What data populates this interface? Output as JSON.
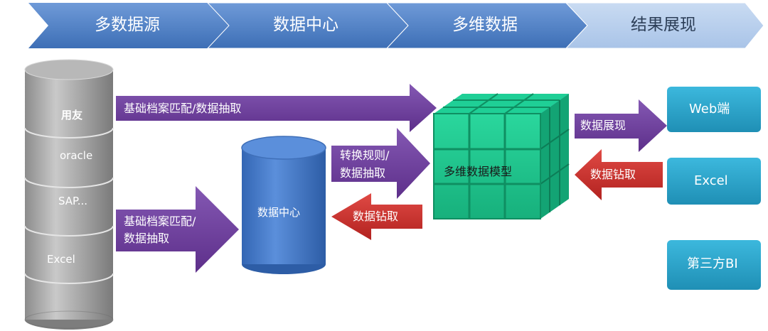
{
  "stages": [
    {
      "label": "多数据源"
    },
    {
      "label": "数据中心"
    },
    {
      "label": "多维数据"
    },
    {
      "label": "结果展现"
    }
  ],
  "sources": {
    "items": [
      "用友",
      "oracle",
      "SAP...",
      "Excel"
    ]
  },
  "flows": {
    "top_extract": "基础档案匹配/数据抽取",
    "left_extract_line1": "基础档案匹配/",
    "left_extract_line2": "数据抽取",
    "transform_line1": "转换规则/",
    "transform_line2": "数据抽取",
    "drill_back": "数据钻取",
    "display": "数据展现",
    "drill_right": "数据钻取"
  },
  "datacenter": {
    "label": "数据中心"
  },
  "cube": {
    "label": "多维数据模型"
  },
  "outputs": [
    "Web端",
    "Excel",
    "第三方BI"
  ],
  "colors": {
    "header_blue": "#4a7fc4",
    "purple_arrow": "#6e3f99",
    "red_arrow": "#c8322f",
    "cylinder_blue": "#3f77c6",
    "cube_green": "#21c38c",
    "output_teal": "#2aa2c6"
  }
}
